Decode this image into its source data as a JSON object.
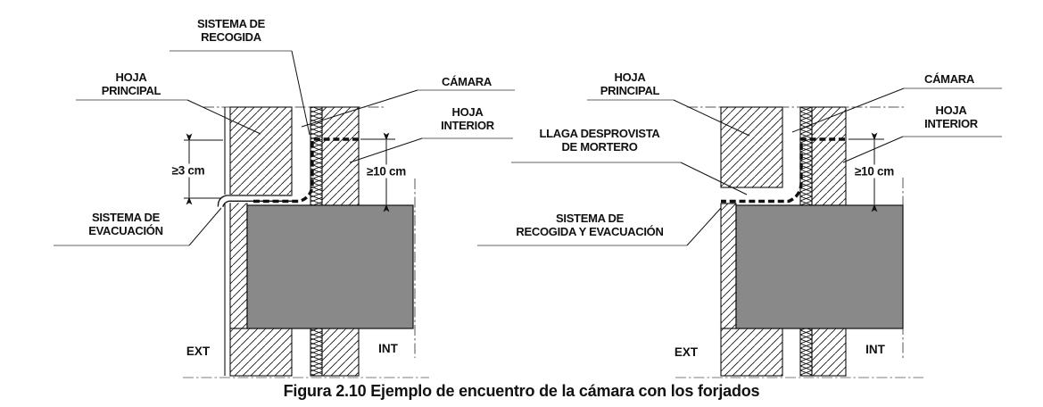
{
  "figure": {
    "caption": "Figura 2.10 Ejemplo de encuentro de la cámara con los forjados"
  },
  "colors": {
    "slab_gray": "#898989",
    "line_black": "#111111",
    "leader_gray": "#828282"
  },
  "left_detail": {
    "labels": {
      "sistema_recogida": "SISTEMA DE\nRECOGIDA",
      "hoja_principal": "HOJA\nPRINCIPAL",
      "camara": "CÁMARA",
      "hoja_interior": "HOJA\nINTERIOR",
      "sistema_evacuacion": "SISTEMA DE\nEVACUACIÓN"
    },
    "dimensions": {
      "dim_3cm": "≥3 cm",
      "dim_10cm": "≥10 cm"
    },
    "zones": {
      "ext": "EXT",
      "int": "INT"
    }
  },
  "right_detail": {
    "labels": {
      "hoja_principal": "HOJA\nPRINCIPAL",
      "camara": "CÁMARA",
      "hoja_interior": "HOJA\nINTERIOR",
      "llaga_desprovista": "LLAGA DESPROVISTA\nDE MORTERO",
      "sistema_recogida_evacuacion": "SISTEMA DE\nRECOGIDA Y EVACUACIÓN"
    },
    "dimensions": {
      "dim_10cm": "≥10 cm"
    },
    "zones": {
      "ext": "EXT",
      "int": "INT"
    }
  }
}
